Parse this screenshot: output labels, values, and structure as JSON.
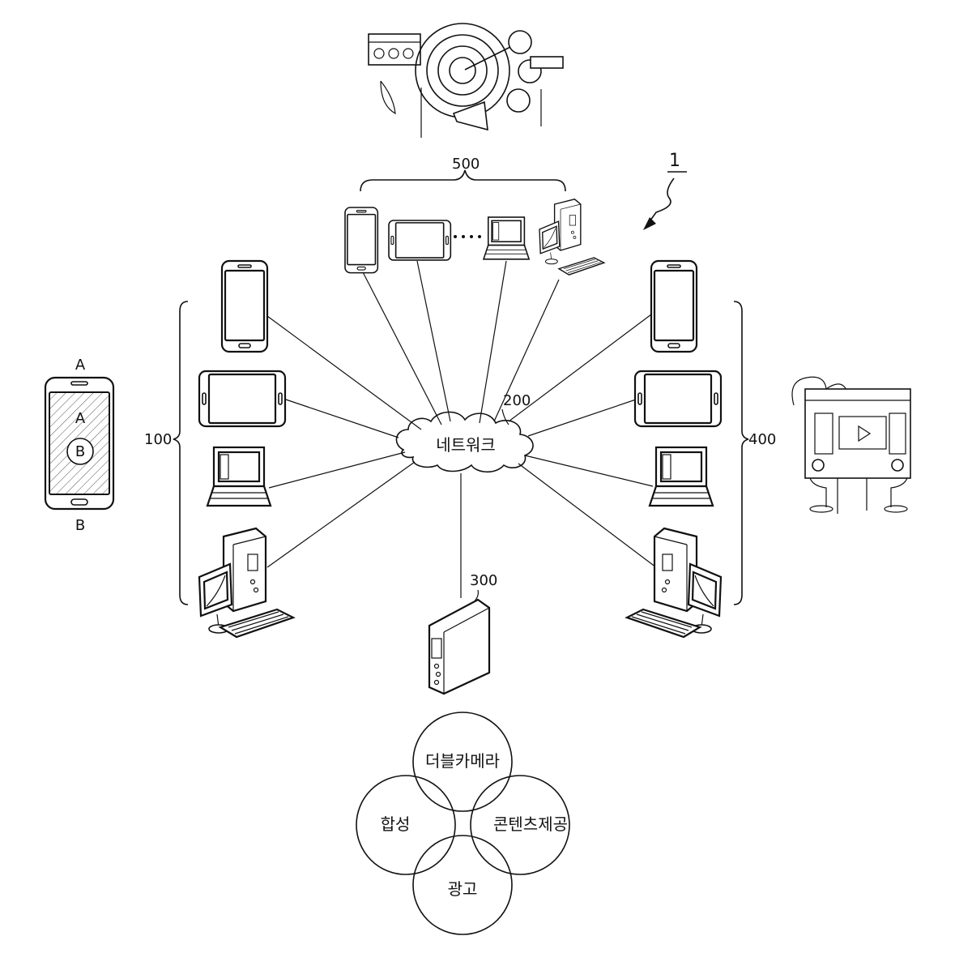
{
  "labels": {
    "system_ref": "1",
    "user_group": "100",
    "network_ref": "200",
    "network_text": "네트워크",
    "server_ref": "300",
    "group_400": "400",
    "group_500": "500",
    "phone_top": "A",
    "phone_center": "A",
    "phone_circle": "B",
    "phone_bottom": "B"
  },
  "venn": {
    "top": "더블카메라",
    "left": "합성",
    "right": "콘텐츠제공",
    "bottom": "광고"
  }
}
